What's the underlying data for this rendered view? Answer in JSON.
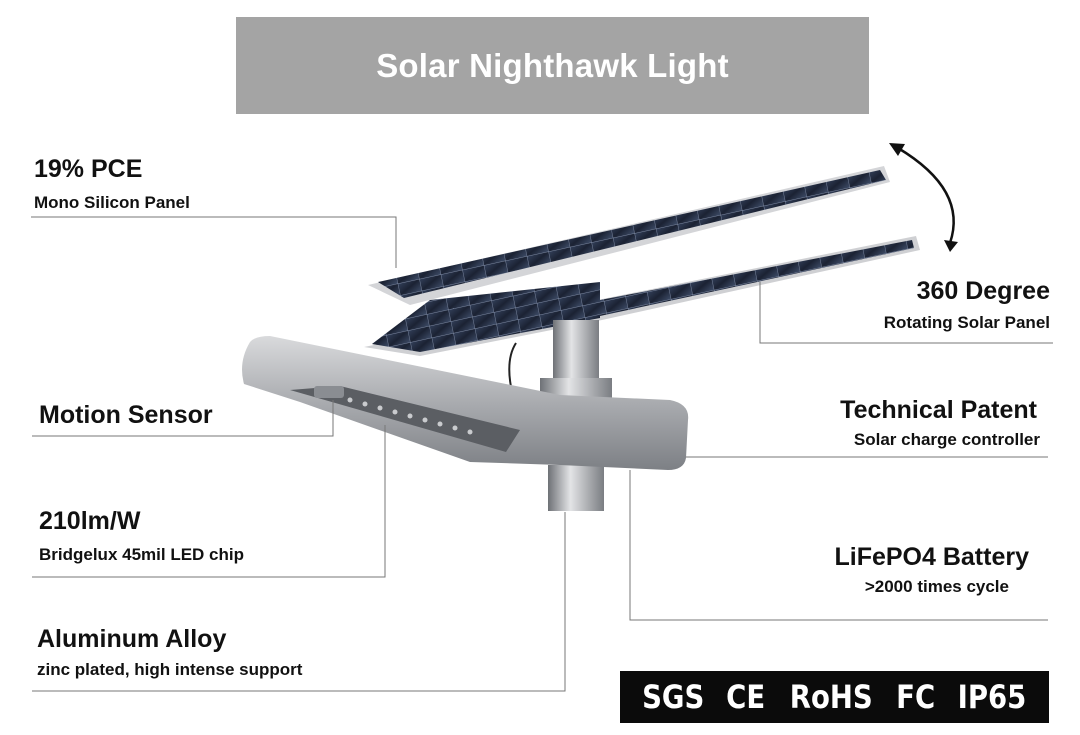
{
  "title": "Solar Nighthawk Light",
  "features": {
    "pce": {
      "heading": "19% PCE",
      "detail": "Mono Silicon Panel"
    },
    "motion": {
      "heading": "Motion Sensor"
    },
    "efficacy": {
      "heading": "210lm/W",
      "detail": "Bridgelux 45mil LED chip"
    },
    "alloy": {
      "heading": "Aluminum Alloy",
      "detail": "zinc plated, high intense support"
    },
    "rotate": {
      "heading": "360 Degree",
      "detail": "Rotating Solar Panel"
    },
    "patent": {
      "heading": "Technical Patent",
      "detail": "Solar charge controller"
    },
    "battery": {
      "heading": "LiFePO4 Battery",
      "detail": ">2000 times cycle"
    }
  },
  "certifications": [
    "SGS",
    "CE",
    "RoHS",
    "FC",
    "IP65"
  ],
  "colors": {
    "banner": "#a4a4a4",
    "cert_bar": "#0b0b0b"
  }
}
